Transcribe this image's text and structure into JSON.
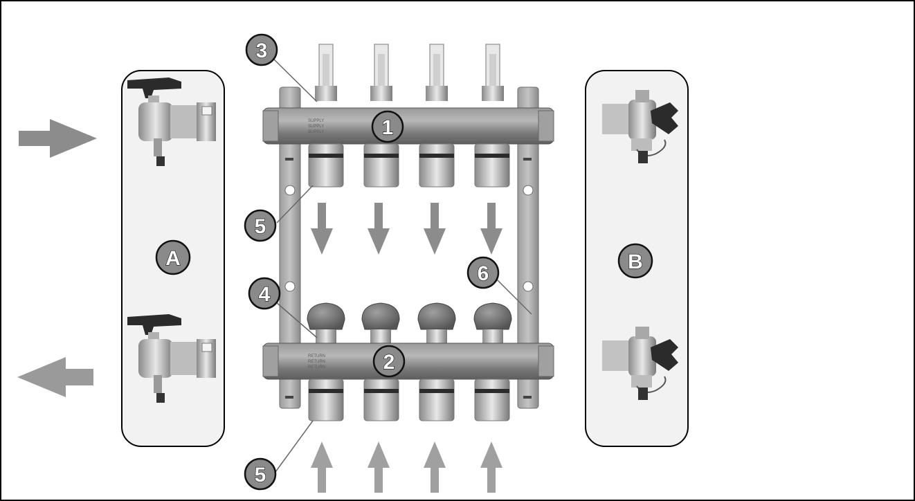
{
  "diagram": {
    "callouts": [
      "1",
      "2",
      "3",
      "4",
      "5",
      "5",
      "6"
    ],
    "panels": [
      {
        "label": "A"
      },
      {
        "label": "B"
      }
    ],
    "pipe_stamps": {
      "supply": [
        "SUPPLY",
        "SUPPLY",
        "SUPPLY"
      ],
      "return": [
        "RETURN",
        "RETURN",
        "RETURN"
      ]
    },
    "colors": {
      "frame": "#000000",
      "panel_fill": "#f2f2f2",
      "arrow": "#8c8c8c",
      "pipe": "#7f7f7f",
      "callout_fill": "#8a8a8a",
      "brass": "#c8c8c8",
      "handle": "#2b2b2b"
    },
    "icons": [
      "arrow-right-icon",
      "arrow-left-icon",
      "arrow-down-icon",
      "arrow-up-icon",
      "ball-valve-icon",
      "drain-valve-icon",
      "flow-meter-icon",
      "valve-cap-icon"
    ]
  }
}
